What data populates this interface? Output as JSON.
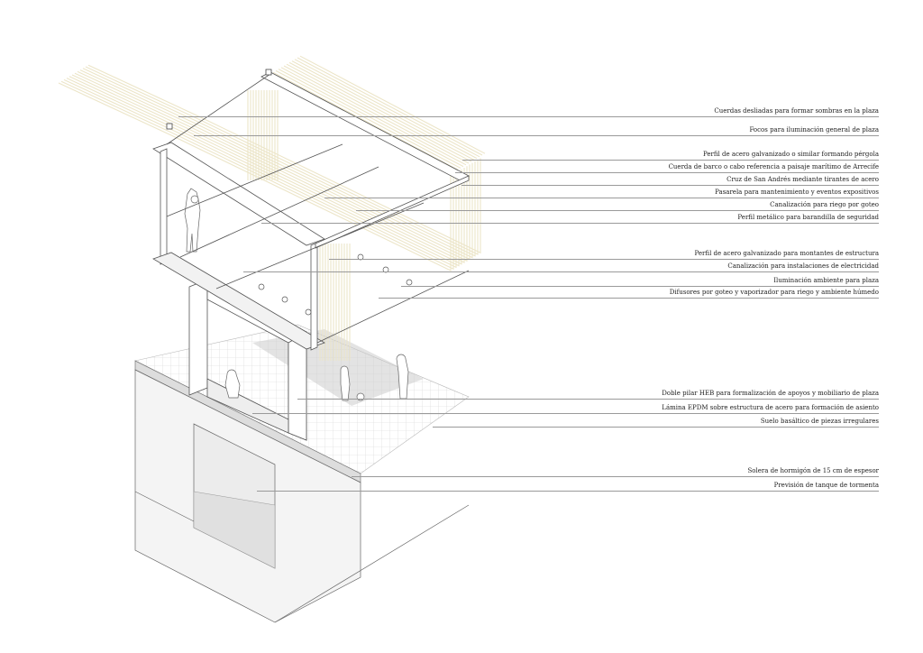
{
  "colors": {
    "cords": "#ece5c8",
    "structure": "#555555",
    "leader": "#9a9a9a",
    "grid": "#d6d6d6",
    "shadow": "#c8c8c8"
  },
  "labels": [
    "Cuerdas desliadas para formar sombras en la plaza",
    "Focos para iluminación general de plaza",
    "Perfil de acero galvanizado  o similar formando pérgola",
    "Cuerda de barco o cabo referencia a  paisaje marítimo de Arrecife",
    "Cruz de San Andrés mediante tirantes de acero",
    "Pasarela para mantenimiento y eventos expositivos",
    "Canalización para riego por goteo",
    "Perfil metálico para barandilla de seguridad",
    "Perfil de acero galvanizado para montantes de estructura",
    "Canalización para instalaciones de electricidad",
    "Iluminación ambiente para plaza",
    "Difusores por goteo y vaporizador para riego y ambiente húmedo",
    "Doble pilar HEB  para  formalización de  apoyos y mobiliario de plaza",
    "Lámina EPDM sobre estructura de acero para formación de asiento",
    "Suelo basáltico de piezas irregulares",
    "Solera de hormigón de 15 cm de espesor",
    "Previsión de tanque de tormenta"
  ]
}
